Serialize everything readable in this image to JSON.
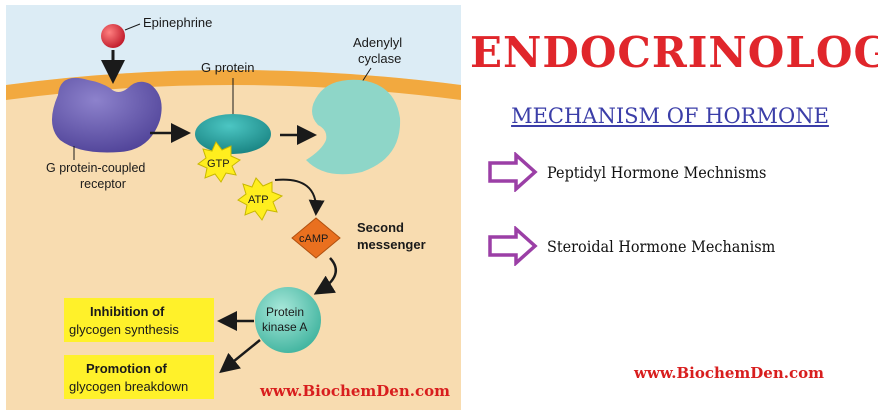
{
  "diagram": {
    "epinephrine": "Epinephrine",
    "g_protein": "G protein",
    "adenylyl_line1": "Adenylyl",
    "adenylyl_line2": "cyclase",
    "receptor_line1": "G protein-coupled",
    "receptor_line2": "receptor",
    "gtp": "GTP",
    "atp": "ATP",
    "camp": "cAMP",
    "second_messenger_line1": "Second",
    "second_messenger_line2": "messenger",
    "protein_kinase_line1": "Protein",
    "protein_kinase_line2": "kinase A",
    "inhibition_bold": "Inhibition",
    "inhibition_rest": " of",
    "inhibition_line2": "glycogen synthesis",
    "promotion_bold": "Promotion",
    "promotion_rest": " of",
    "promotion_line2": "glycogen breakdown",
    "website": "www.BiochemDen.com"
  },
  "header": {
    "title": "ENDOCRINOLOGY",
    "subtitle": "MECHANISM OF HORMONE"
  },
  "list": {
    "items": [
      {
        "label": "Peptidyl Hormone Mechnisms"
      },
      {
        "label": "Steroidal Hormone Mechanism"
      }
    ]
  },
  "footer": {
    "website": "www.BiochemDen.com"
  },
  "colors": {
    "title": "#e0262b",
    "subtitle": "#3b3ea8",
    "arrow": "#9b3fa6",
    "website": "#d81e1e",
    "background_panel": "#f8dcb0",
    "membrane": "#f2a93f",
    "receptor": "#6f62b4",
    "g_protein": "#1c9a99",
    "adenylyl_cyclase": "#8ed6c8",
    "star": "#ffee1e",
    "camp": "#e9701f",
    "kinase": "#6ccab8",
    "outcome_box": "#fff12a"
  }
}
